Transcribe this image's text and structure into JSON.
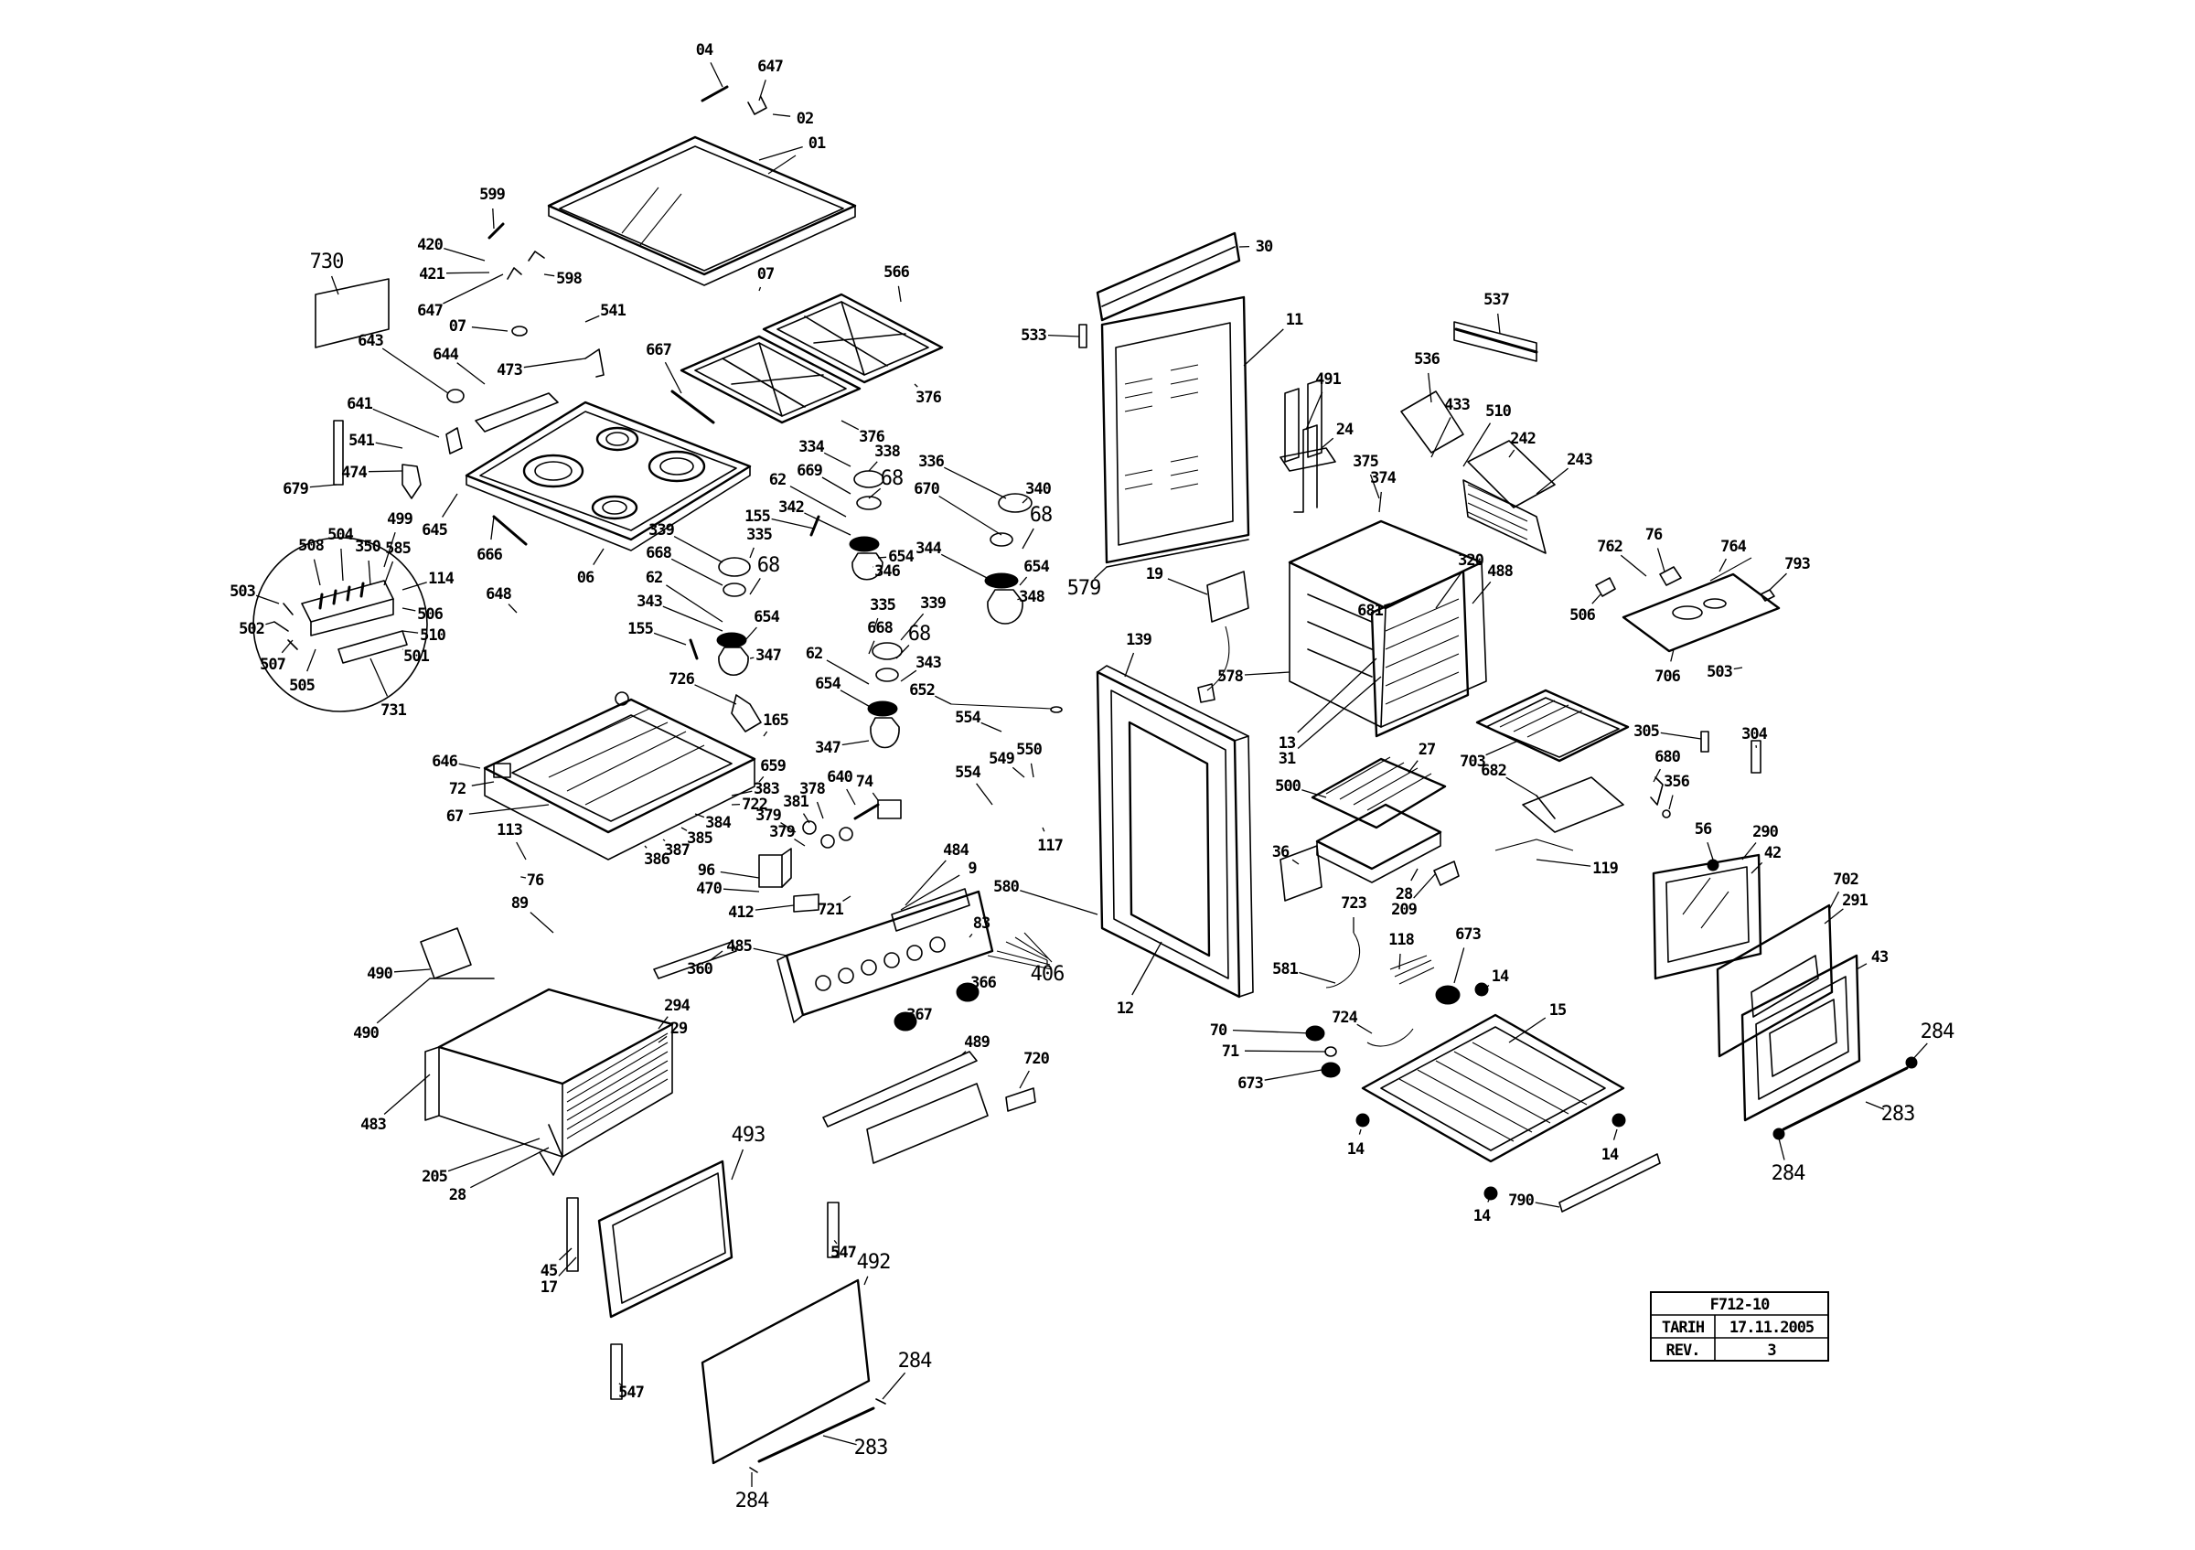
{
  "title_block": {
    "drawing_no": "F712-10",
    "date_label": "TARIH",
    "date_value": "17.11.2005",
    "rev_label": "REV.",
    "rev_value": "3"
  },
  "callouts": [
    {
      "id": "c01",
      "text": "04"
    },
    {
      "id": "c02",
      "text": "647"
    },
    {
      "id": "c03",
      "text": "02"
    },
    {
      "id": "c04",
      "text": "01"
    },
    {
      "id": "c05",
      "text": "599"
    },
    {
      "id": "c06",
      "text": "420"
    },
    {
      "id": "c07",
      "text": "421"
    },
    {
      "id": "c08",
      "text": "598"
    },
    {
      "id": "c09",
      "text": "730"
    },
    {
      "id": "c10",
      "text": "647"
    },
    {
      "id": "c11",
      "text": "07"
    },
    {
      "id": "c12",
      "text": "07"
    },
    {
      "id": "c13",
      "text": "541"
    },
    {
      "id": "c14",
      "text": "566"
    },
    {
      "id": "c15",
      "text": "643"
    },
    {
      "id": "c16",
      "text": "644"
    },
    {
      "id": "c17",
      "text": "473"
    },
    {
      "id": "c18",
      "text": "667"
    },
    {
      "id": "c19",
      "text": "376"
    },
    {
      "id": "c20",
      "text": "376"
    },
    {
      "id": "c21",
      "text": "641"
    },
    {
      "id": "c22",
      "text": "541"
    },
    {
      "id": "c23",
      "text": "474"
    },
    {
      "id": "c24",
      "text": "679"
    },
    {
      "id": "c25",
      "text": "645"
    },
    {
      "id": "c26",
      "text": "666"
    },
    {
      "id": "c27",
      "text": "06"
    },
    {
      "id": "c28",
      "text": "334"
    },
    {
      "id": "c29",
      "text": "338"
    },
    {
      "id": "c30",
      "text": "669"
    },
    {
      "id": "c31",
      "text": "68"
    },
    {
      "id": "c32",
      "text": "62"
    },
    {
      "id": "c33",
      "text": "336"
    },
    {
      "id": "c34",
      "text": "340"
    },
    {
      "id": "c35",
      "text": "670"
    },
    {
      "id": "c36",
      "text": "68"
    },
    {
      "id": "c37",
      "text": "342"
    },
    {
      "id": "c38",
      "text": "155"
    },
    {
      "id": "c39",
      "text": "339"
    },
    {
      "id": "c40",
      "text": "335"
    },
    {
      "id": "c41",
      "text": "668"
    },
    {
      "id": "c42",
      "text": "68"
    },
    {
      "id": "c43",
      "text": "654"
    },
    {
      "id": "c44",
      "text": "346"
    },
    {
      "id": "c45",
      "text": "344"
    },
    {
      "id": "c46",
      "text": "654"
    },
    {
      "id": "c47",
      "text": "348"
    },
    {
      "id": "c48",
      "text": "62"
    },
    {
      "id": "c49",
      "text": "343"
    },
    {
      "id": "c50",
      "text": "654"
    },
    {
      "id": "c51",
      "text": "347"
    },
    {
      "id": "c52",
      "text": "155"
    },
    {
      "id": "c53",
      "text": "335"
    },
    {
      "id": "c54",
      "text": "339"
    },
    {
      "id": "c55",
      "text": "668"
    },
    {
      "id": "c56",
      "text": "68"
    },
    {
      "id": "c57",
      "text": "62"
    },
    {
      "id": "c58",
      "text": "343"
    },
    {
      "id": "c59",
      "text": "654"
    },
    {
      "id": "c60",
      "text": "652"
    },
    {
      "id": "c61",
      "text": "726"
    },
    {
      "id": "c62",
      "text": "347"
    },
    {
      "id": "c63",
      "text": "165"
    },
    {
      "id": "c64",
      "text": "499"
    },
    {
      "id": "c65",
      "text": "508"
    },
    {
      "id": "c66",
      "text": "504"
    },
    {
      "id": "c67",
      "text": "350"
    },
    {
      "id": "c68",
      "text": "585"
    },
    {
      "id": "c69",
      "text": "114"
    },
    {
      "id": "c70",
      "text": "503"
    },
    {
      "id": "c71",
      "text": "506"
    },
    {
      "id": "c72",
      "text": "502"
    },
    {
      "id": "c73",
      "text": "510"
    },
    {
      "id": "c74",
      "text": "507"
    },
    {
      "id": "c75",
      "text": "501"
    },
    {
      "id": "c76",
      "text": "505"
    },
    {
      "id": "c77",
      "text": "731"
    },
    {
      "id": "c78",
      "text": "648"
    },
    {
      "id": "c79",
      "text": "646"
    },
    {
      "id": "c80",
      "text": "659"
    },
    {
      "id": "c81",
      "text": "72"
    },
    {
      "id": "c82",
      "text": "383"
    },
    {
      "id": "c83",
      "text": "722"
    },
    {
      "id": "c84",
      "text": "67"
    },
    {
      "id": "c85",
      "text": "384"
    },
    {
      "id": "c86",
      "text": "385"
    },
    {
      "id": "c87",
      "text": "387"
    },
    {
      "id": "c88",
      "text": "386"
    },
    {
      "id": "c89",
      "text": "113"
    },
    {
      "id": "c90",
      "text": "76"
    },
    {
      "id": "c91",
      "text": "89"
    },
    {
      "id": "c92",
      "text": "378"
    },
    {
      "id": "c93",
      "text": "640"
    },
    {
      "id": "c94",
      "text": "74"
    },
    {
      "id": "c95",
      "text": "381"
    },
    {
      "id": "c96",
      "text": "379"
    },
    {
      "id": "c97",
      "text": "379"
    },
    {
      "id": "c98",
      "text": "96"
    },
    {
      "id": "c99",
      "text": "470"
    },
    {
      "id": "c100",
      "text": "412"
    },
    {
      "id": "c101",
      "text": "721"
    },
    {
      "id": "c102",
      "text": "484"
    },
    {
      "id": "c103",
      "text": "9"
    },
    {
      "id": "c104",
      "text": "554"
    },
    {
      "id": "c105",
      "text": "549"
    },
    {
      "id": "c106",
      "text": "550"
    },
    {
      "id": "c107",
      "text": "554"
    },
    {
      "id": "c108",
      "text": "117"
    },
    {
      "id": "c109",
      "text": "83"
    },
    {
      "id": "c110",
      "text": "485"
    },
    {
      "id": "c111",
      "text": "406"
    },
    {
      "id": "c112",
      "text": "360"
    },
    {
      "id": "c113",
      "text": "366"
    },
    {
      "id": "c114",
      "text": "367"
    },
    {
      "id": "c115",
      "text": "490"
    },
    {
      "id": "c116",
      "text": "490"
    },
    {
      "id": "c117",
      "text": "294"
    },
    {
      "id": "c118",
      "text": "29"
    },
    {
      "id": "c119",
      "text": "483"
    },
    {
      "id": "c120",
      "text": "205"
    },
    {
      "id": "c121",
      "text": "28"
    },
    {
      "id": "c122",
      "text": "489"
    },
    {
      "id": "c123",
      "text": "720"
    },
    {
      "id": "c124",
      "text": "493"
    },
    {
      "id": "c125",
      "text": "45"
    },
    {
      "id": "c126",
      "text": "17"
    },
    {
      "id": "c127",
      "text": "547"
    },
    {
      "id": "c128",
      "text": "492"
    },
    {
      "id": "c129",
      "text": "547"
    },
    {
      "id": "c130",
      "text": "284"
    },
    {
      "id": "c131",
      "text": "283"
    },
    {
      "id": "c132",
      "text": "284"
    },
    {
      "id": "c133",
      "text": "30"
    },
    {
      "id": "c134",
      "text": "533"
    },
    {
      "id": "c135",
      "text": "11"
    },
    {
      "id": "c136",
      "text": "579"
    },
    {
      "id": "c137",
      "text": "19"
    },
    {
      "id": "c138",
      "text": "139"
    },
    {
      "id": "c139",
      "text": "580"
    },
    {
      "id": "c140",
      "text": "12"
    },
    {
      "id": "c141",
      "text": "578"
    },
    {
      "id": "c142",
      "text": "491"
    },
    {
      "id": "c143",
      "text": "24"
    },
    {
      "id": "c144",
      "text": "375"
    },
    {
      "id": "c145",
      "text": "374"
    },
    {
      "id": "c146",
      "text": "537"
    },
    {
      "id": "c147",
      "text": "536"
    },
    {
      "id": "c148",
      "text": "433"
    },
    {
      "id": "c149",
      "text": "510"
    },
    {
      "id": "c150",
      "text": "242"
    },
    {
      "id": "c151",
      "text": "243"
    },
    {
      "id": "c152",
      "text": "320"
    },
    {
      "id": "c153",
      "text": "488"
    },
    {
      "id": "c154",
      "text": "681"
    },
    {
      "id": "c155",
      "text": "13"
    },
    {
      "id": "c156",
      "text": "31"
    },
    {
      "id": "c157",
      "text": "27"
    },
    {
      "id": "c158",
      "text": "703"
    },
    {
      "id": "c159",
      "text": "682"
    },
    {
      "id": "c160",
      "text": "500"
    },
    {
      "id": "c161",
      "text": "36"
    },
    {
      "id": "c162",
      "text": "28"
    },
    {
      "id": "c163",
      "text": "209"
    },
    {
      "id": "c164",
      "text": "119"
    },
    {
      "id": "c165",
      "text": "723"
    },
    {
      "id": "c166",
      "text": "118"
    },
    {
      "id": "c167",
      "text": "581"
    },
    {
      "id": "c168",
      "text": "673"
    },
    {
      "id": "c169",
      "text": "14"
    },
    {
      "id": "c170",
      "text": "15"
    },
    {
      "id": "c171",
      "text": "70"
    },
    {
      "id": "c172",
      "text": "71"
    },
    {
      "id": "c173",
      "text": "724"
    },
    {
      "id": "c174",
      "text": "673"
    },
    {
      "id": "c175",
      "text": "14"
    },
    {
      "id": "c176",
      "text": "14"
    },
    {
      "id": "c177",
      "text": "14"
    },
    {
      "id": "c178",
      "text": "790"
    },
    {
      "id": "c179",
      "text": "762"
    },
    {
      "id": "c180",
      "text": "76"
    },
    {
      "id": "c181",
      "text": "764"
    },
    {
      "id": "c182",
      "text": "793"
    },
    {
      "id": "c183",
      "text": "506"
    },
    {
      "id": "c184",
      "text": "706"
    },
    {
      "id": "c185",
      "text": "503"
    },
    {
      "id": "c186",
      "text": "305"
    },
    {
      "id": "c187",
      "text": "304"
    },
    {
      "id": "c188",
      "text": "680"
    },
    {
      "id": "c189",
      "text": "356"
    },
    {
      "id": "c190",
      "text": "56"
    },
    {
      "id": "c191",
      "text": "290"
    },
    {
      "id": "c192",
      "text": "42"
    },
    {
      "id": "c193",
      "text": "702"
    },
    {
      "id": "c194",
      "text": "291"
    },
    {
      "id": "c195",
      "text": "43"
    },
    {
      "id": "c196",
      "text": "284"
    },
    {
      "id": "c197",
      "text": "283"
    },
    {
      "id": "c198",
      "text": "284"
    }
  ]
}
